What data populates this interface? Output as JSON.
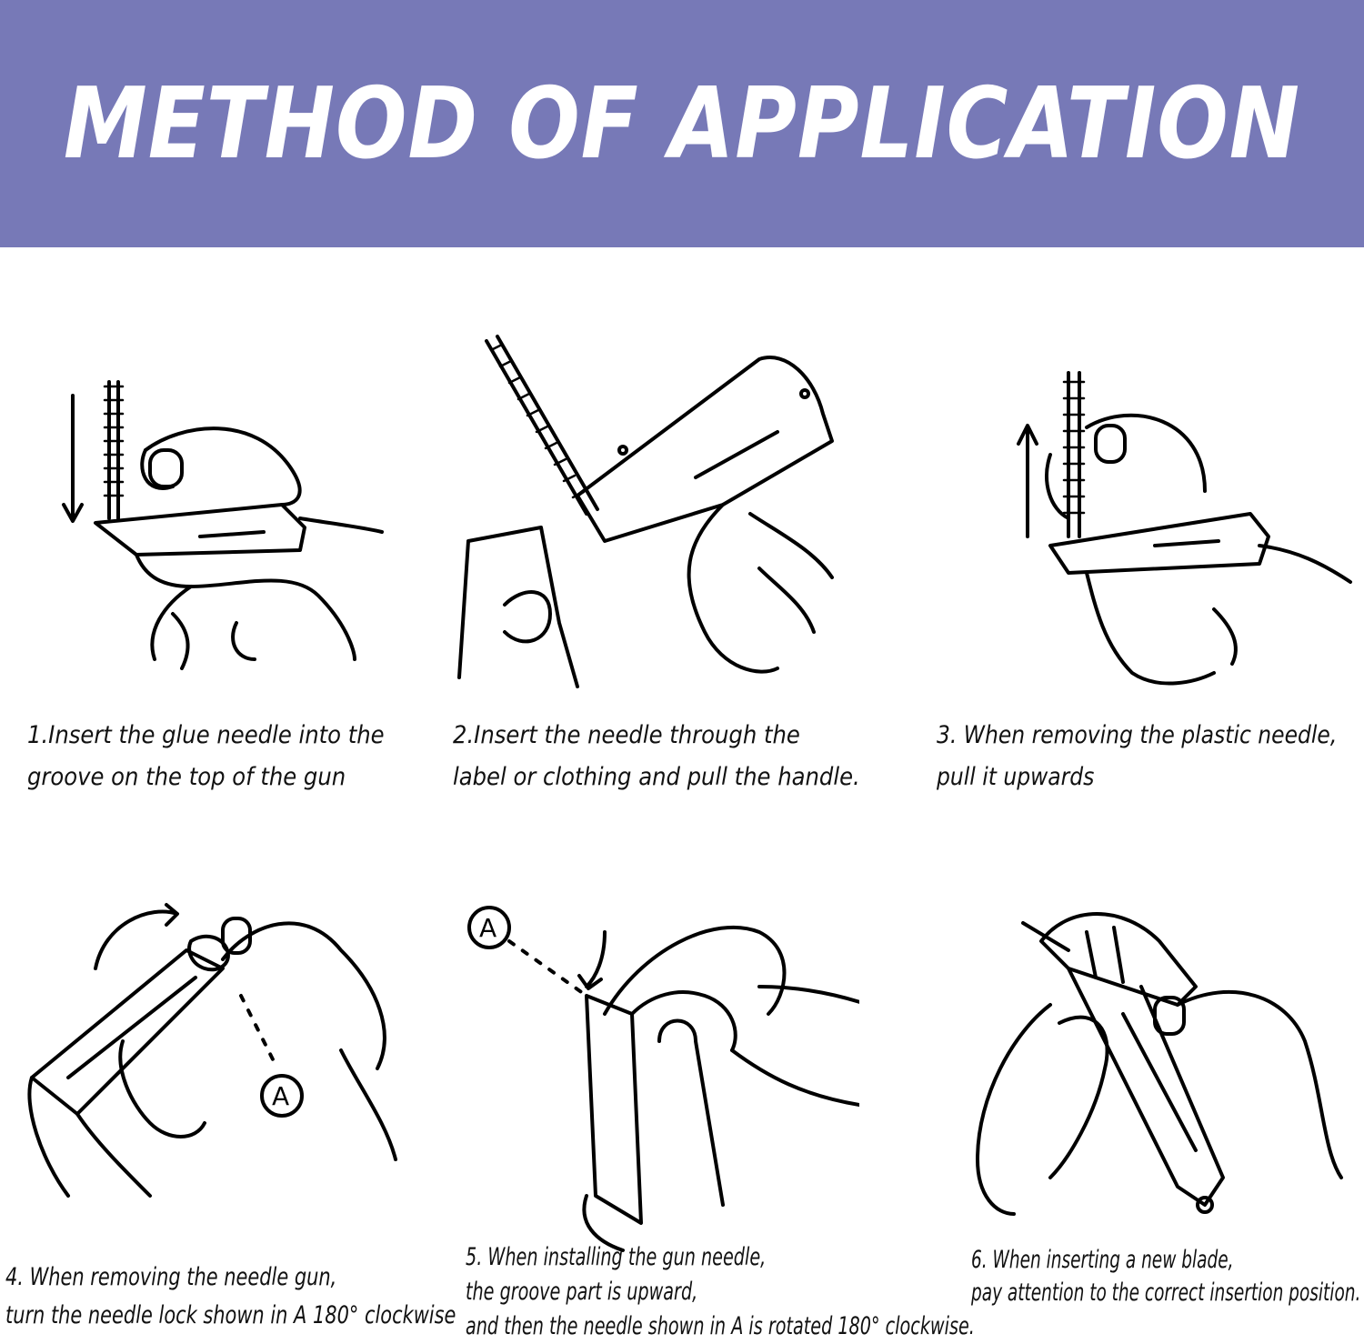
{
  "banner": {
    "title": "METHOD OF APPLICATION",
    "background": "#7779b7",
    "text_color": "#ffffff"
  },
  "steps": [
    {
      "lines": [
        "1.Insert the glue needle into the",
        "groove on the top of the gun"
      ],
      "icon": "hand-inserting-needle-into-tag-gun"
    },
    {
      "lines": [
        "2.Insert the needle through the",
        "label or clothing and pull the handle."
      ],
      "icon": "tag-gun-through-label"
    },
    {
      "lines": [
        "3. When removing the plastic needle,",
        "pull it upwards"
      ],
      "icon": "hand-pulling-needle-upwards"
    },
    {
      "lines": [
        "4. When removing the needle gun,",
        "turn the needle lock shown in A 180° clockwise"
      ],
      "icon": "hands-turning-needle-lock",
      "marker": "A"
    },
    {
      "lines": [
        "5. When installing the gun needle,",
        "the groove part is upward,",
        "and then the needle shown in A is rotated 180° clockwise."
      ],
      "icon": "hands-installing-gun-needle",
      "marker": "A"
    },
    {
      "lines": [
        "6. When inserting a new blade,",
        "pay attention to the correct insertion position."
      ],
      "icon": "hands-inserting-new-blade"
    }
  ]
}
